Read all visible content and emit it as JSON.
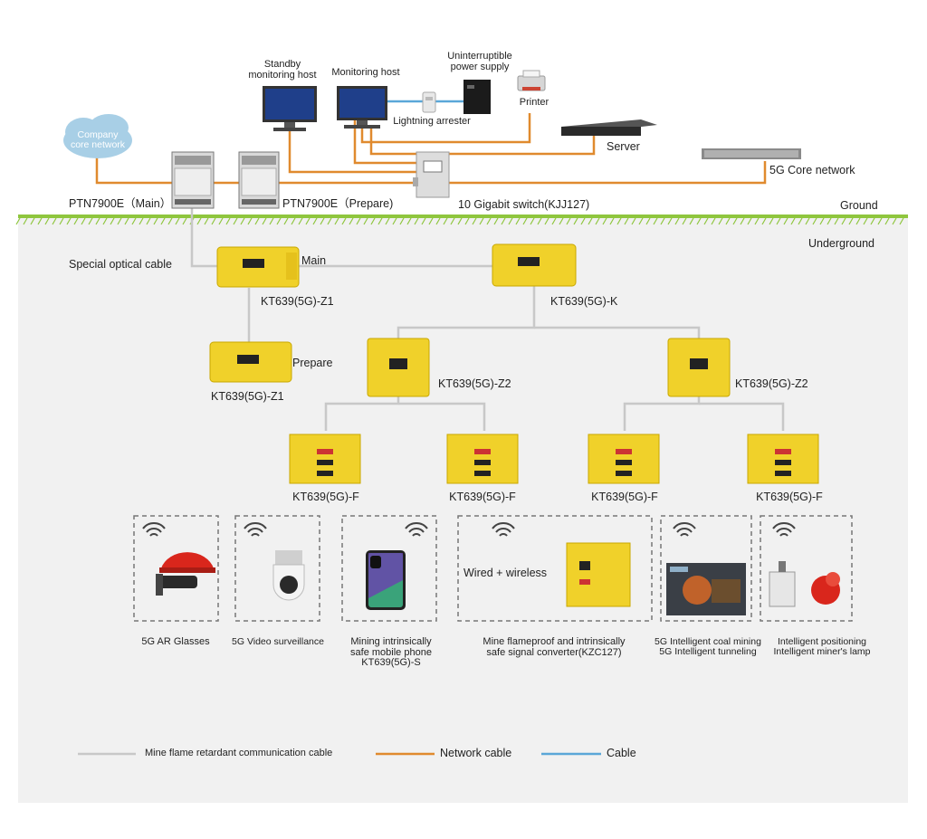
{
  "surface": {
    "ground_label": "Ground",
    "underground_label": "Underground",
    "nodes": {
      "company_network": "Company\ncore network",
      "standby_host": "Standby\nmonitoring host",
      "monitoring_host": "Monitoring host",
      "ups": "Uninterruptible\npower supply",
      "printer": "Printer",
      "lightning_arrester": "Lightning arrester",
      "server": "Server",
      "core_5g": "5G  Core network",
      "ptn_main": "PTN7900E（Main）",
      "ptn_prepare": "PTN7900E（Prepare)",
      "switch": "10 Gigabit switch(KJJ127)"
    }
  },
  "underground": {
    "optical_cable": "Special optical cable",
    "z1_main_tag": "Main",
    "z1_main": "KT639(5G)-Z1",
    "k": "KT639(5G)-K",
    "z1_prepare_tag": "Prepare",
    "z1_prepare": "KT639(5G)-Z1",
    "z2_left": "KT639(5G)-Z2",
    "z2_right": "KT639(5G)-Z2",
    "f_labels": [
      "KT639(5G)-F",
      "KT639(5G)-F",
      "KT639(5G)-F",
      "KT639(5G)-F"
    ],
    "wired_wireless": "Wired + wireless",
    "terminals": [
      {
        "label": "5G AR Glasses",
        "icon": "ar-glasses-helmet-icon"
      },
      {
        "label": "5G Video surveillance",
        "icon": "camera-icon"
      },
      {
        "label": "Mining intrinsically\nsafe mobile phone\nKT639(5G)-S",
        "icon": "phone-icon"
      },
      {
        "label": "Mine flameproof and intrinsically\nsafe signal converter(KZC127)",
        "icon": "converter-icon"
      },
      {
        "label": "5G Intelligent coal mining\n5G Intelligent tunneling",
        "icon": "mining-machine-icon"
      },
      {
        "label": "Intelligent positioning\nIntelligent miner's lamp",
        "icon": "miners-lamp-icon"
      }
    ]
  },
  "legend": [
    {
      "label": "Mine flame retardant communication cable",
      "color": "#c8c8c8"
    },
    {
      "label": "Network  cable",
      "color": "#e08a2e"
    },
    {
      "label": "Cable",
      "color": "#5aa7d8"
    }
  ],
  "colors": {
    "network_cable": "#e08a2e",
    "comm_cable": "#c8c8c8",
    "signal_cable": "#5aa7d8",
    "ground_green": "#8fc63e",
    "device_yellow": "#f0d12a",
    "cloud_blue": "#a8cfe6"
  }
}
